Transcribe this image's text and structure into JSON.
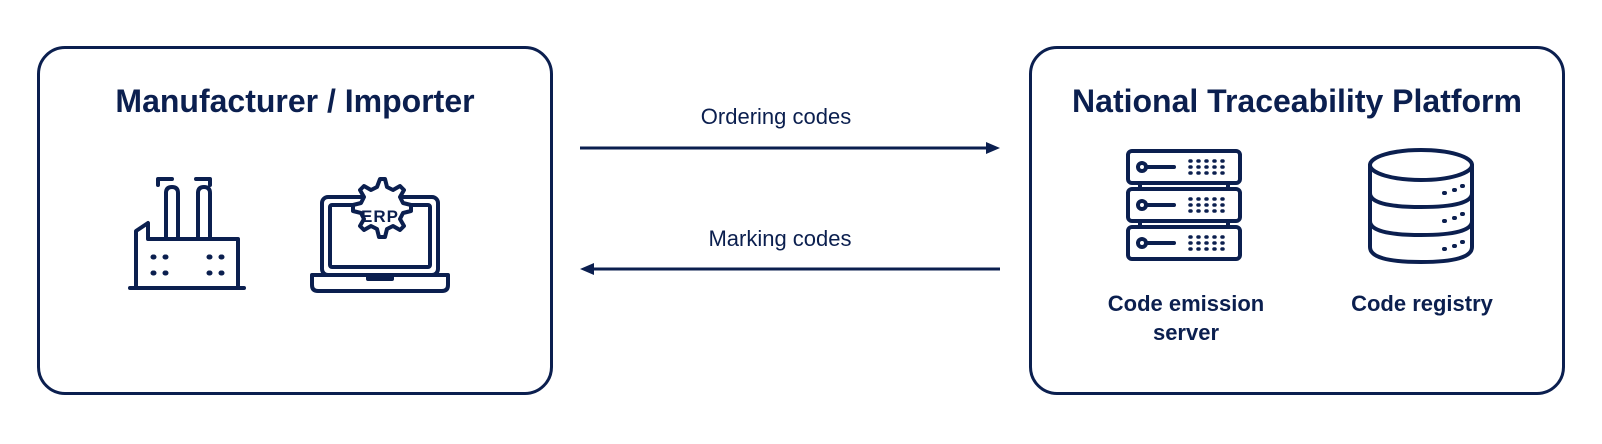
{
  "left_box": {
    "title": "Manufacturer / Importer",
    "icons": [
      "factory-icon",
      "laptop-erp-icon"
    ],
    "erp_label": "ERP"
  },
  "right_box": {
    "title": "National Traceability Platform",
    "icons": [
      "server-icon",
      "database-icon"
    ],
    "server_caption_line1": "Code emission",
    "server_caption_line2": "server",
    "database_caption": "Code registry"
  },
  "arrows": {
    "top_label": "Ordering codes",
    "bottom_label": "Marking codes"
  },
  "colors": {
    "primary": "#0b1f4f",
    "background": "#ffffff"
  }
}
